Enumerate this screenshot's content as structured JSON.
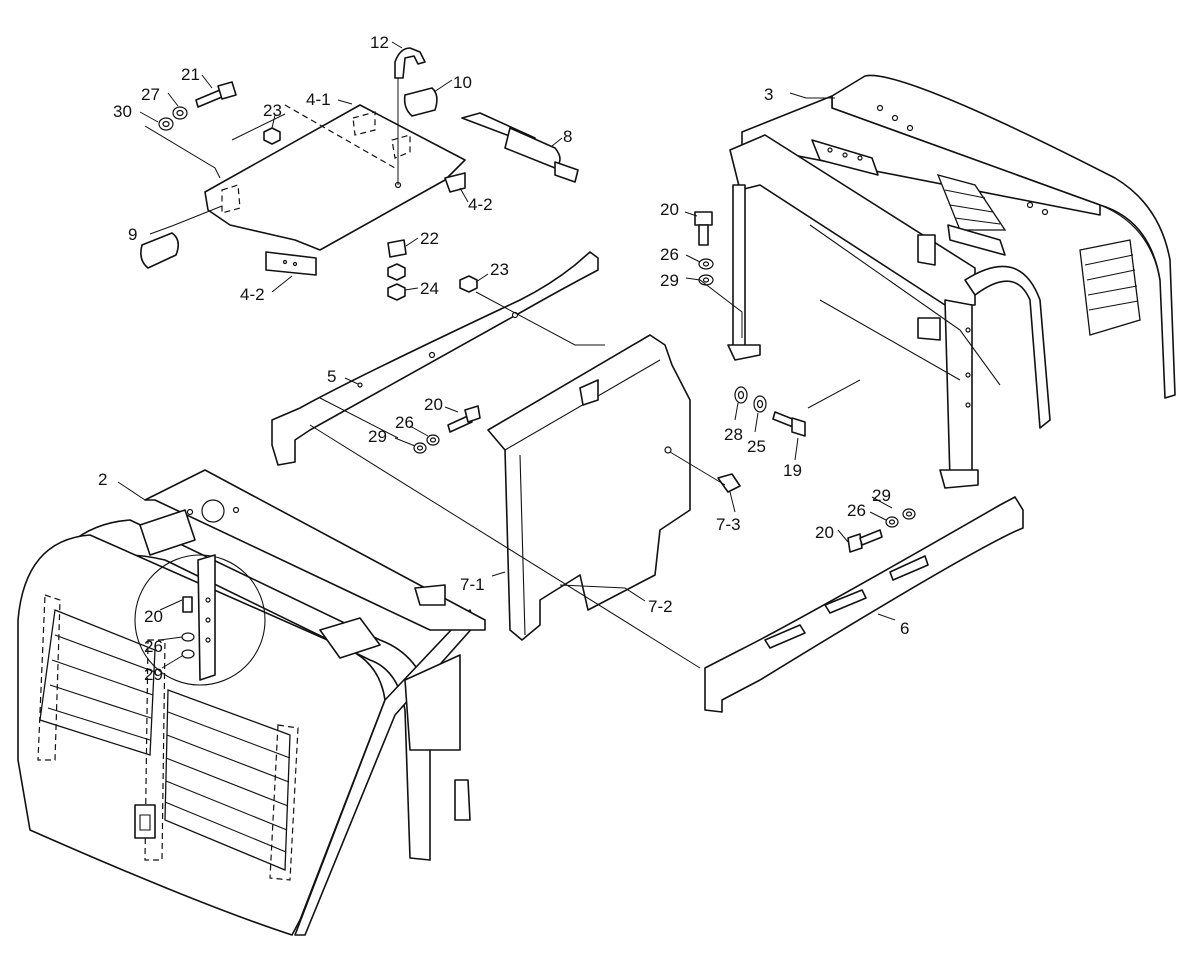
{
  "diagram": {
    "callouts": [
      "12",
      "10",
      "21",
      "27",
      "30",
      "23",
      "4-1",
      "8",
      "4-2",
      "9",
      "22",
      "24",
      "4-2",
      "23",
      "3",
      "20",
      "26",
      "29",
      "5",
      "20",
      "26",
      "29",
      "28",
      "25",
      "19",
      "7-3",
      "7-1",
      "7-2",
      "2",
      "20",
      "26",
      "29",
      "29",
      "26",
      "20",
      "6"
    ]
  }
}
